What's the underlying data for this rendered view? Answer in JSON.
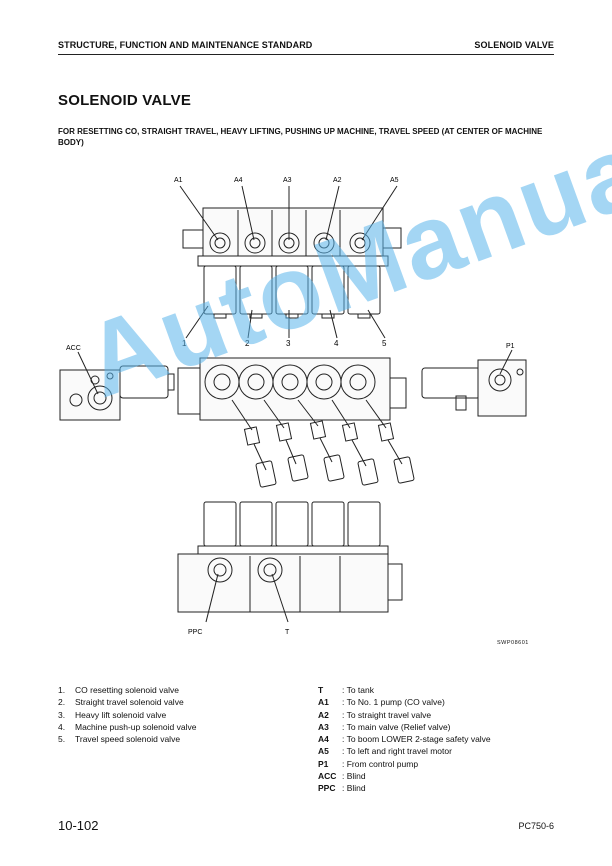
{
  "header": {
    "left": "STRUCTURE, FUNCTION AND MAINTENANCE STANDARD",
    "right": "SOLENOID VALVE"
  },
  "title": "SOLENOID VALVE",
  "subtitle": "FOR RESETTING CO, STRAIGHT TRAVEL, HEAVY LIFTING, PUSHING UP MACHINE, TRAVEL SPEED (AT CENTER OF MACHINE BODY)",
  "diagram": {
    "port_labels": [
      "A1",
      "A4",
      "A3",
      "A2",
      "A5"
    ],
    "number_labels": [
      "1",
      "2",
      "3",
      "4",
      "5"
    ],
    "acc_label": "ACC",
    "p1_label": "P1",
    "ppc_label": "PPC",
    "t_label": "T",
    "figure_code": "SWP08601"
  },
  "watermark": "AutoManual",
  "legend_left": [
    {
      "num": "1.",
      "text": "CO resetting solenoid valve"
    },
    {
      "num": "2.",
      "text": "Straight travel solenoid valve"
    },
    {
      "num": "3.",
      "text": "Heavy lift solenoid valve"
    },
    {
      "num": "4.",
      "text": "Machine push-up solenoid valve"
    },
    {
      "num": "5.",
      "text": "Travel speed solenoid valve"
    }
  ],
  "legend_right": [
    {
      "code": "T",
      "text": ": To tank"
    },
    {
      "code": "A1",
      "text": ": To No. 1 pump (CO valve)"
    },
    {
      "code": "A2",
      "text": ": To straight travel valve"
    },
    {
      "code": "A3",
      "text": ": To main valve (Relief valve)"
    },
    {
      "code": "A4",
      "text": ": To boom LOWER 2-stage safety valve"
    },
    {
      "code": "A5",
      "text": ": To left and right travel motor"
    },
    {
      "code": "P1",
      "text": ": From control pump"
    },
    {
      "code": "ACC",
      "text": ": Blind"
    },
    {
      "code": "PPC",
      "text": ": Blind"
    }
  ],
  "footer": {
    "page": "10-102",
    "model": "PC750-6"
  }
}
